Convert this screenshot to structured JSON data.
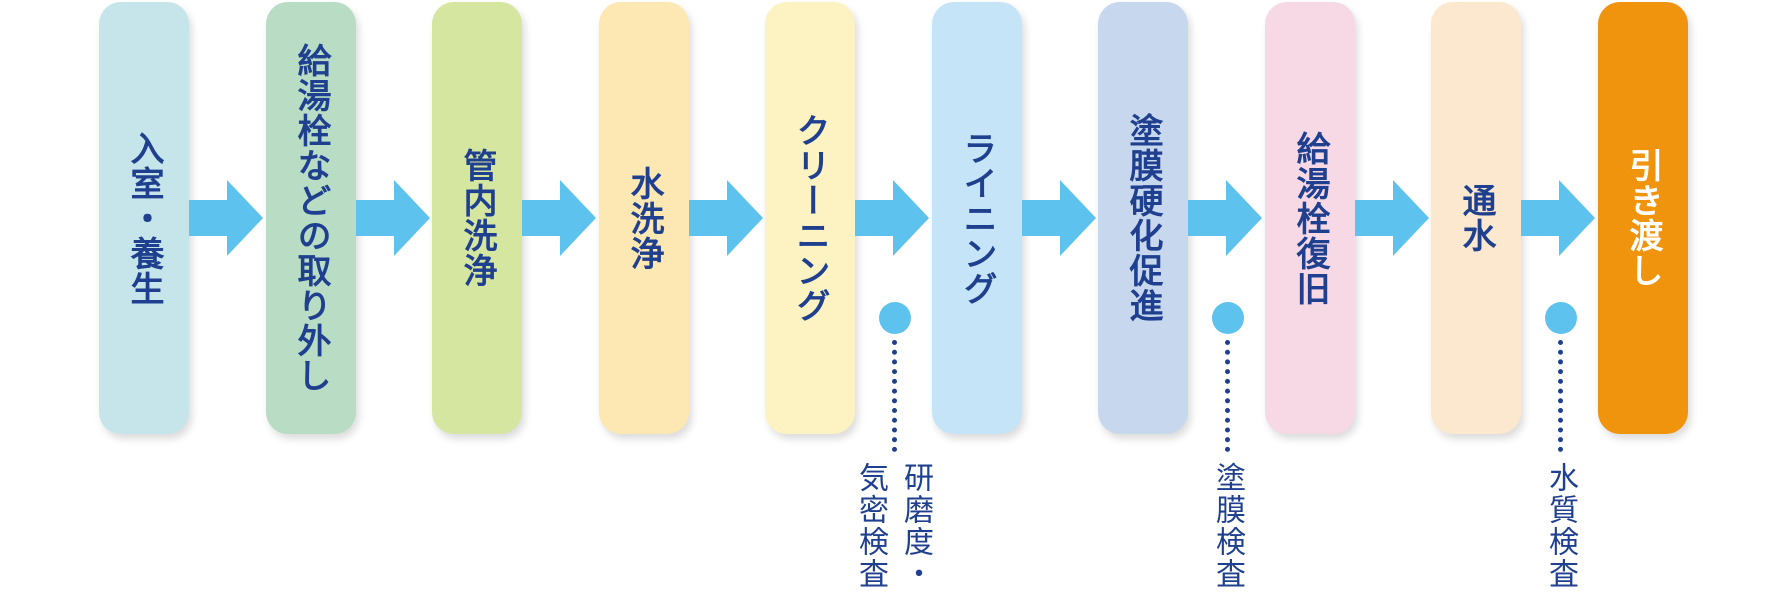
{
  "colors": {
    "text": "#1f3f8f",
    "arrow": "#5ec2ef",
    "dot": "#5ec2ef"
  },
  "steps": [
    {
      "label": "入室・養生",
      "color": "#c6e5ea"
    },
    {
      "label": "給湯栓などの取り外し",
      "color": "#b8dcc4"
    },
    {
      "label": "管内洗浄",
      "color": "#d5e6a1"
    },
    {
      "label": "水洗浄",
      "color": "#fde8b3"
    },
    {
      "label": "クリーニング",
      "color": "#fdf3c2"
    },
    {
      "label": "ライニング",
      "color": "#c6e4f7"
    },
    {
      "label": "塗膜硬化促進",
      "color": "#c6d7ee"
    },
    {
      "label": "給湯栓復旧",
      "color": "#f6d9e5"
    },
    {
      "label": "通水",
      "color": "#fbe8cf"
    },
    {
      "label": "引き渡し",
      "color": "#f0940d"
    }
  ],
  "inspections": [
    {
      "label": "研磨度・\n気密検査"
    },
    {
      "label": "塗膜検査"
    },
    {
      "label": "水質検査"
    }
  ]
}
